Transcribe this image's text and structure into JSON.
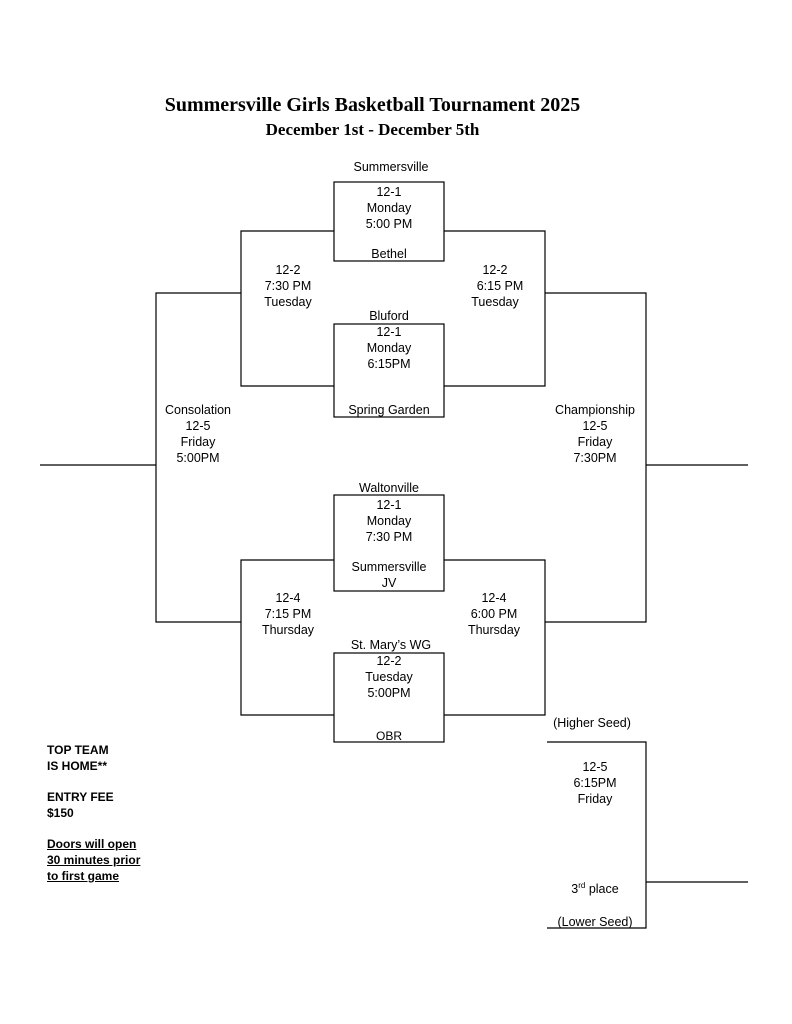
{
  "header": {
    "title": "Summersville Girls Basketball Tournament 2025",
    "dates": "December 1st - December 5th"
  },
  "teams": {
    "summersville": "Summersville",
    "bethel": "Bethel",
    "bluford": "Bluford",
    "spring_garden": "Spring Garden",
    "waltonville": "Waltonville",
    "summersville_jv_1": "Summersville",
    "summersville_jv_2": "JV",
    "st_marys": "St. Mary’s WG",
    "obr": "OBR"
  },
  "games": {
    "g1": [
      "12-1",
      "Monday",
      "5:00 PM"
    ],
    "g2": [
      "12-1",
      "Monday",
      "6:15PM"
    ],
    "g3": [
      "12-1",
      "Monday",
      "7:30 PM"
    ],
    "g4": [
      "12-2",
      "Tuesday",
      "5:00PM"
    ],
    "cons_semi_top": [
      "12-2",
      "7:30 PM",
      "Tuesday"
    ],
    "champ_semi_top": [
      "12-2",
      "6:15 PM",
      "Tuesday"
    ],
    "cons_semi_bottom": [
      "12-4",
      "7:15 PM",
      "Thursday"
    ],
    "champ_semi_bottom": [
      "12-4",
      "6:00 PM",
      "Thursday"
    ],
    "consolation": [
      "Consolation",
      "12-5",
      "Friday",
      "5:00PM"
    ],
    "championship": [
      "Championship",
      "12-5",
      "Friday",
      "7:30PM"
    ],
    "third_place_game": [
      "12-5",
      "6:15PM",
      "Friday"
    ]
  },
  "third_place": {
    "higher_seed": "(Higher Seed)",
    "lower_seed": "(Lower Seed)",
    "place_num": "3",
    "place_sup": "rd",
    "place_text": " place"
  },
  "notes": {
    "home_1": "TOP TEAM",
    "home_2": "IS HOME**",
    "fee_1": "ENTRY FEE",
    "fee_2": "$150",
    "doors_1": "Doors will open",
    "doors_2": "30 minutes prior",
    "doors_3": "to first game"
  }
}
